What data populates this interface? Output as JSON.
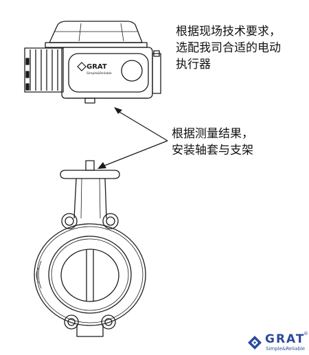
{
  "annotations": {
    "actuator_note": [
      "根据现场技术要求，",
      "选配我司合适的电动",
      "执行器"
    ],
    "bracket_note": [
      "根据测量结果，",
      "安装轴套与支架"
    ]
  },
  "actuator_label": {
    "brand": "GRAT",
    "tagline": "Simple&Reliable"
  },
  "brand_logo": {
    "name": "GRAT",
    "tagline": "Simple&Reliable",
    "registered": "®",
    "color": "#2a4a9a"
  }
}
